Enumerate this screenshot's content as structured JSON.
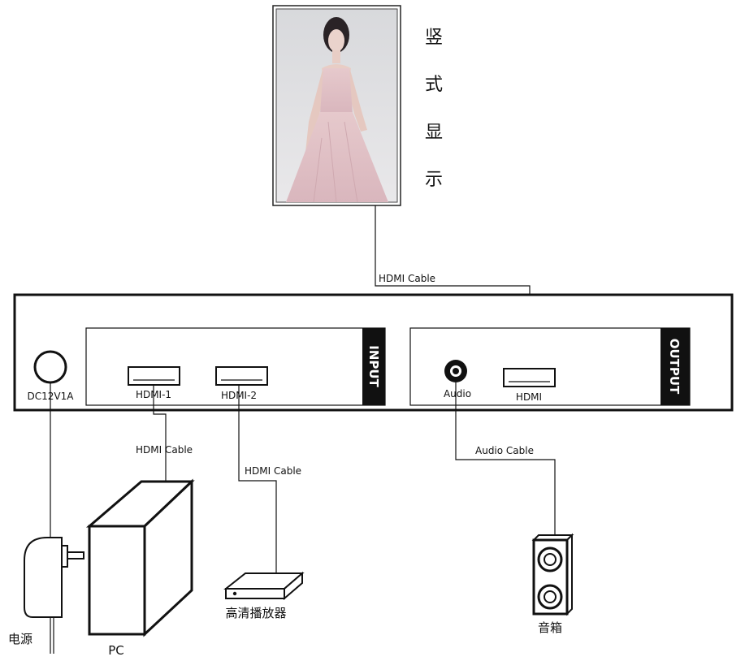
{
  "display": {
    "label_chars": [
      "竖",
      "式",
      "显",
      "示"
    ]
  },
  "device": {
    "input_tab": "INPUT",
    "output_tab": "OUTPUT",
    "power_label": "DC12V1A",
    "hdmi1_label": "HDMI-1",
    "hdmi2_label": "HDMI-2",
    "audio_label": "Audio",
    "hdmi_out_label": "HDMI"
  },
  "cables": {
    "display_cable": "HDMI Cable",
    "pc_cable": "HDMI Cable",
    "player_cable": "HDMI Cable",
    "audio_cable": "Audio Cable"
  },
  "peripherals": {
    "power_label": "电源",
    "pc_label": "PC",
    "player_label": "高清播放器",
    "speaker_label": "音箱"
  }
}
